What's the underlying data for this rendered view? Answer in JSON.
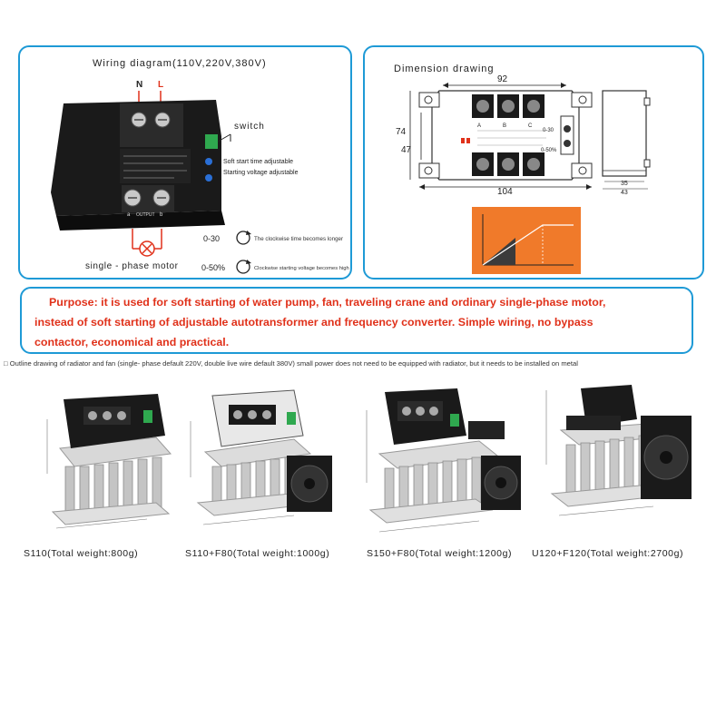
{
  "wiring": {
    "title": "Wiring diagram(110V,220V,380V)",
    "n_label": "N",
    "l_label": "L",
    "switch_label": "switch",
    "soft_start_label": "Soft start time adjustable",
    "start_voltage_label": "Starting voltage adjustable",
    "motor_label": "single - phase motor",
    "knob1_range": "0-30",
    "knob1_desc": "The clockwise time becomes longer",
    "knob2_range": "0-50%",
    "knob2_desc": "Clockwise starting voltage becomes high",
    "terminal_a": "a",
    "terminal_b": "b",
    "output_label": "OUTPUT"
  },
  "dimension": {
    "title": "Dimension drawing",
    "width_top": "92",
    "width_bottom": "104",
    "height_outer": "74",
    "height_inner": "47",
    "depth_inner": "35",
    "depth_outer": "43",
    "terminal_labels": [
      "A",
      "B",
      "C"
    ],
    "knob1_range": "0-30",
    "knob2_range": "0-50%"
  },
  "purpose": {
    "line1": "Purpose: it is used for soft starting of water pump, fan, traveling crane and ordinary single-phase motor,",
    "line2": "instead of soft starting of adjustable autotransformer and frequency converter. Simple wiring, no bypass",
    "line3": "contactor, economical and practical."
  },
  "outline_note": "Outline drawing of radiator and fan (single- phase default 220V, double live wire default 380V) small power does not need to be equipped with radiator, but it needs to be installed on metal",
  "products": [
    {
      "label": "S110(Total weight:800g)",
      "fan": false
    },
    {
      "label": "S110+F80(Total weight:1000g)",
      "fan": true
    },
    {
      "label": "S150+F80(Total weight:1200g)",
      "fan": true
    },
    {
      "label": "U120+F120(Total weight:2700g)",
      "fan": true
    }
  ],
  "colors": {
    "frame_blue": "#1e9ad6",
    "purpose_red": "#e0311a",
    "wire_red": "#e0311a",
    "chart_orange": "#f07a2a",
    "terminal_green": "#2fa84f",
    "relay_body": "#1a1a1a"
  }
}
